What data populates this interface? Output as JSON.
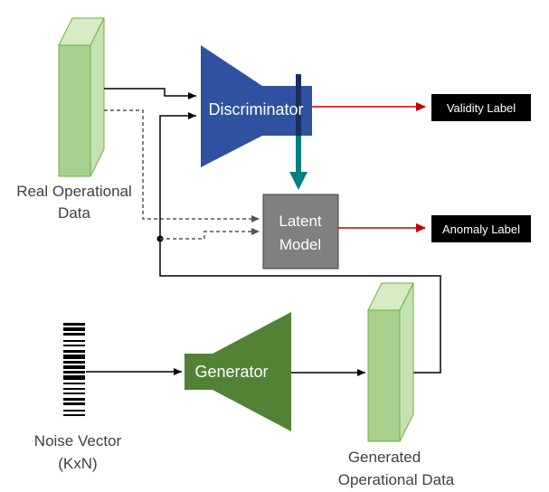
{
  "labels": {
    "real_data": [
      "Real Operational",
      "Data"
    ],
    "discriminator": "Discriminator",
    "latent_model": [
      "Latent",
      "Model"
    ],
    "validity_label": "Validity Label",
    "anomaly_label": "Anomaly Label",
    "generator": "Generator",
    "noise_vector": [
      "Noise Vector",
      "(KxN)"
    ],
    "generated_data": [
      "Generated",
      "Operational Data"
    ]
  },
  "colors": {
    "data_fill": "#a9d18e",
    "data_edge": "#70ad47",
    "data_top": "#d5ecc5",
    "discriminator": "#2f52a0",
    "generator": "#538135",
    "latent": "#808080",
    "teal_arrow": "#008080",
    "red_arrow": "#c00000",
    "label_box": "#000000"
  }
}
